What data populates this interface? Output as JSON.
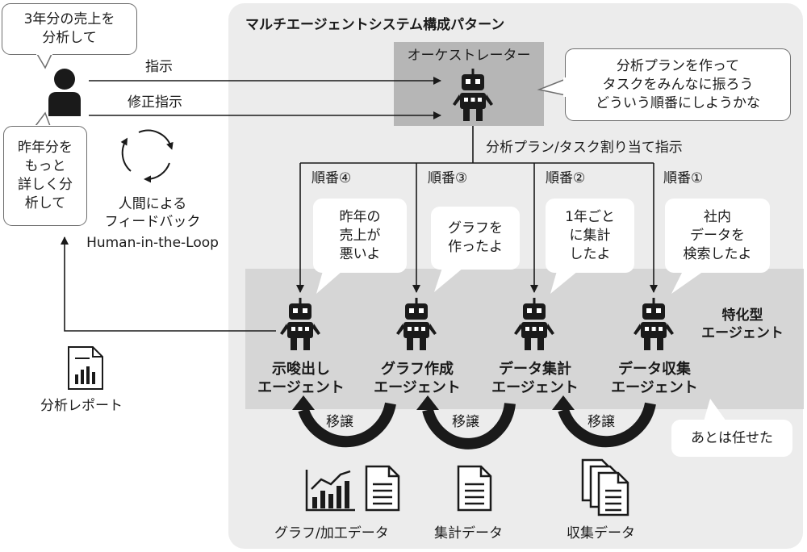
{
  "title": "マルチエージェントシステム構成パターン",
  "human": {
    "bubble_top": "3年分の売上を\n分析して",
    "bubble_bottom": "昨年分を\nもっと\n詳しく分\n析して",
    "instruction": "指示",
    "correction": "修正指示",
    "feedback": "人間による\nフィードバック",
    "feedback_en": "Human-in-the-Loop",
    "report": "分析レポート"
  },
  "orchestrator": {
    "label": "オーケストレーター",
    "bubble": "分析プランを作って\nタスクをみんなに振ろう\nどういう順番にしようかな",
    "assignment": "分析プラン/タスク割り当て指示"
  },
  "specialized": {
    "label": "特化型\nエージェント",
    "bubble_bottom": "あとは任せた"
  },
  "agents": [
    {
      "name": "示唆出し\nエージェント",
      "order": "順番④",
      "bubble": "昨年の\n売上が\n悪いよ"
    },
    {
      "name": "グラフ作成\nエージェント",
      "order": "順番③",
      "bubble": "グラフを\n作ったよ"
    },
    {
      "name": "データ集計\nエージェント",
      "order": "順番②",
      "bubble": "1年ごと\nに集計\nしたよ"
    },
    {
      "name": "データ収集\nエージェント",
      "order": "順番①",
      "bubble": "社内\nデータを\n検索したよ"
    }
  ],
  "transfer": [
    "移譲",
    "移譲",
    "移譲"
  ],
  "data_items": [
    "グラフ/加工データ",
    "集計データ",
    "収集データ"
  ],
  "colors": {
    "panel": "#ececec",
    "orchestrator_box": "#b6b6b6",
    "agent_band": "#d6d6d6",
    "ink": "#1a1a1a"
  },
  "icons": [
    "person-icon",
    "robot-icon",
    "cycle-icon",
    "report-icon",
    "chart-icon",
    "document-icon",
    "stacked-documents-icon",
    "curved-arrow-icon"
  ]
}
